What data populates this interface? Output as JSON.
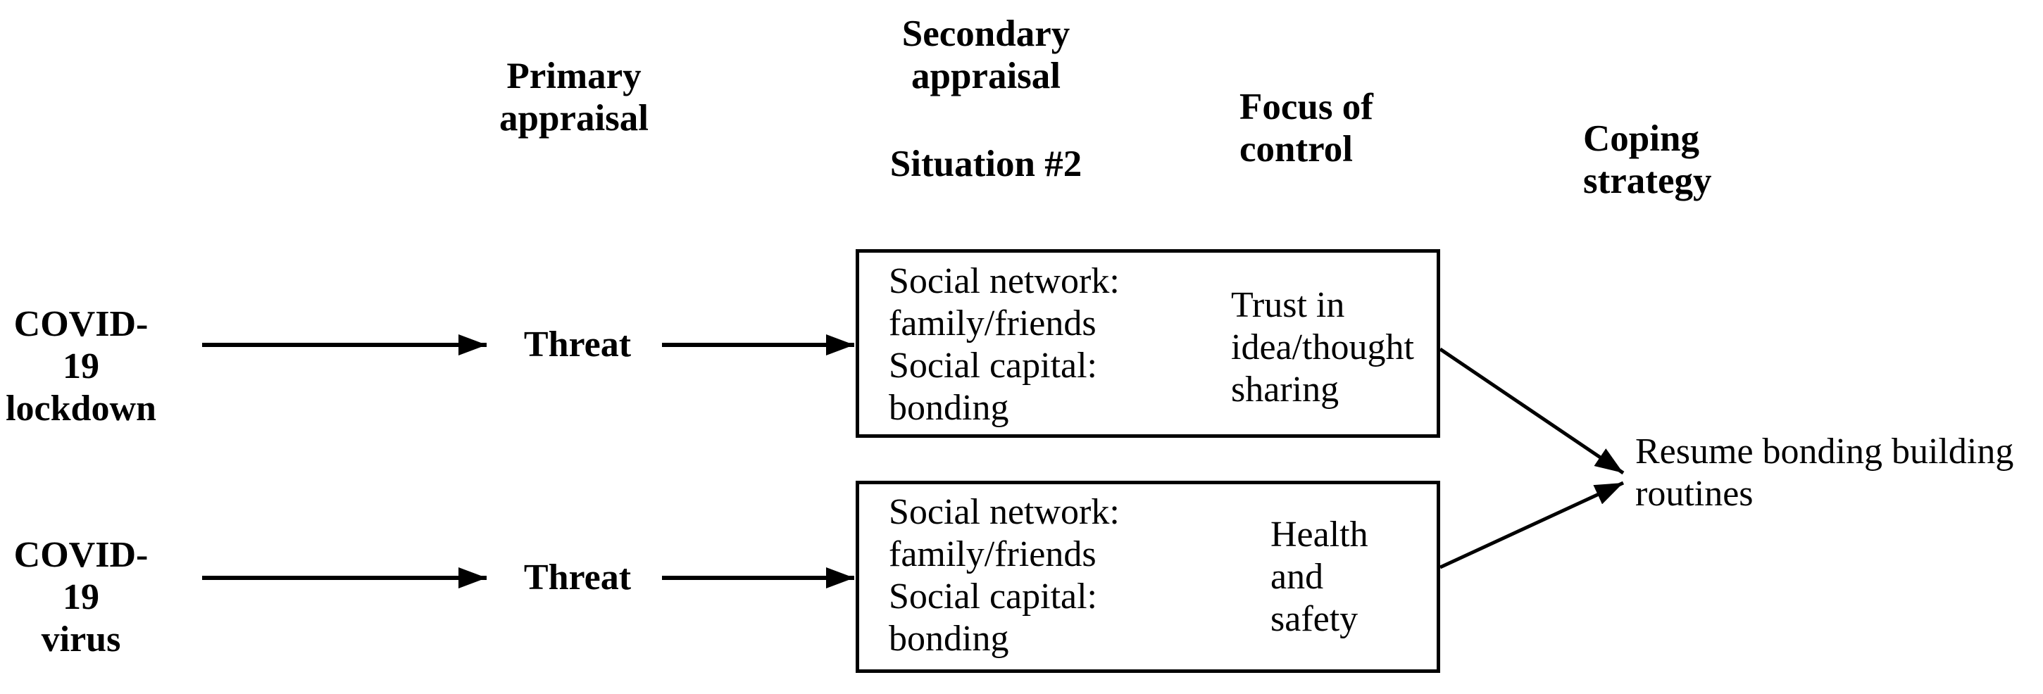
{
  "diagram": {
    "columns": {
      "primary": "Primary\nappraisal",
      "secondary": "Secondary\nappraisal",
      "secondary_sub": "Situation #2",
      "focus": "Focus of\ncontrol",
      "coping": "Coping\nstrategy"
    },
    "stressors": [
      {
        "label": "COVID-19\nlockdown"
      },
      {
        "label": "COVID-19\nvirus"
      }
    ],
    "primary_appraisals": [
      {
        "label": "Threat"
      },
      {
        "label": "Threat"
      }
    ],
    "situations": [
      {
        "content": "Social network:\nfamily/friends\nSocial capital:\nbonding",
        "focus_of_control": "Trust in\nidea/thought\nsharing"
      },
      {
        "content": "Social network:\nfamily/friends\nSocial capital:\nbonding",
        "focus_of_control": "Health\nand\nsafety"
      }
    ],
    "coping_strategy": {
      "label": "Resume bonding building\nroutines"
    },
    "colors": {
      "text": "#000000",
      "lines": "#000000",
      "background": "#ffffff"
    }
  }
}
